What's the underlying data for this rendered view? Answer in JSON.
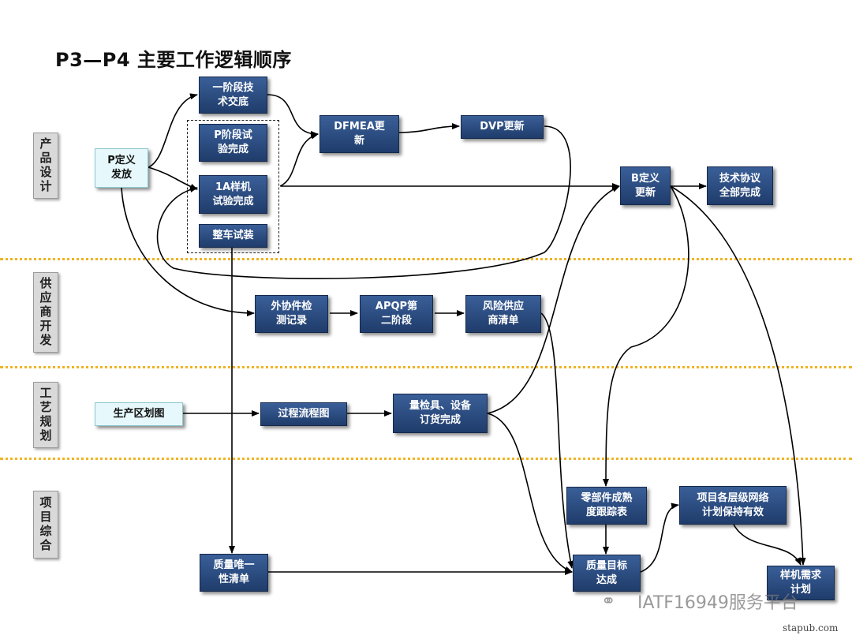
{
  "title": "P3—P4  主要工作逻辑顺序",
  "lanes": [
    "产品设计",
    "供应商开发",
    "工艺规划",
    "项目综合"
  ],
  "nodes": {
    "p_def": "P定义\n发放",
    "stage1_hand": "一阶段技\n术交底",
    "p_test": "P阶段试\n验完成",
    "sample_1a": "1A样机\n试验完成",
    "vehicle_trial": "整车试装",
    "dfmea": "DFMEA更\n新",
    "dvp": "DVP更新",
    "b_def": "B定义\n更新",
    "tech_agree": "技术协议\n全部完成",
    "outsource_rec": "外协件检\n测记录",
    "apqp2": "APQP第\n二阶段",
    "risk_supplier": "风险供应\n商清单",
    "prod_layout": "生产区划图",
    "process_flow": "过程流程图",
    "gauge_order": "量检具、设备\n订货完成",
    "parts_maturity": "零部件成熟\n度跟踪表",
    "network_plan": "项目各层级网络\n计划保持有效",
    "quality_unique": "质量唯一\n性清单",
    "quality_goal": "质量目标\n达成",
    "sample_demand": "样机需求\n计划"
  },
  "edges": [
    [
      "p_def",
      "stage1_hand"
    ],
    [
      "p_def",
      "sample_1a"
    ],
    [
      "stage1_hand",
      "dfmea"
    ],
    [
      "sample_1a",
      "dfmea"
    ],
    [
      "dfmea",
      "dvp"
    ],
    [
      "dvp",
      "sample_1a"
    ],
    [
      "sample_1a",
      "b_def"
    ],
    [
      "b_def",
      "tech_agree"
    ],
    [
      "p_def",
      "outsource_rec"
    ],
    [
      "outsource_rec",
      "apqp2"
    ],
    [
      "apqp2",
      "risk_supplier"
    ],
    [
      "prod_layout",
      "process_flow"
    ],
    [
      "process_flow",
      "gauge_order"
    ],
    [
      "gauge_order",
      "b_def"
    ],
    [
      "b_def",
      "parts_maturity"
    ],
    [
      "b_def",
      "sample_demand"
    ],
    [
      "parts_maturity",
      "quality_goal"
    ],
    [
      "risk_supplier",
      "quality_goal"
    ],
    [
      "gauge_order",
      "quality_goal"
    ],
    [
      "quality_unique",
      "quality_goal"
    ],
    [
      "quality_goal",
      "network_plan"
    ],
    [
      "network_plan",
      "sample_demand"
    ],
    [
      "vehicle_trial",
      "quality_unique"
    ]
  ],
  "watermark": "IATF16949服务平台",
  "site": "stapub.com"
}
